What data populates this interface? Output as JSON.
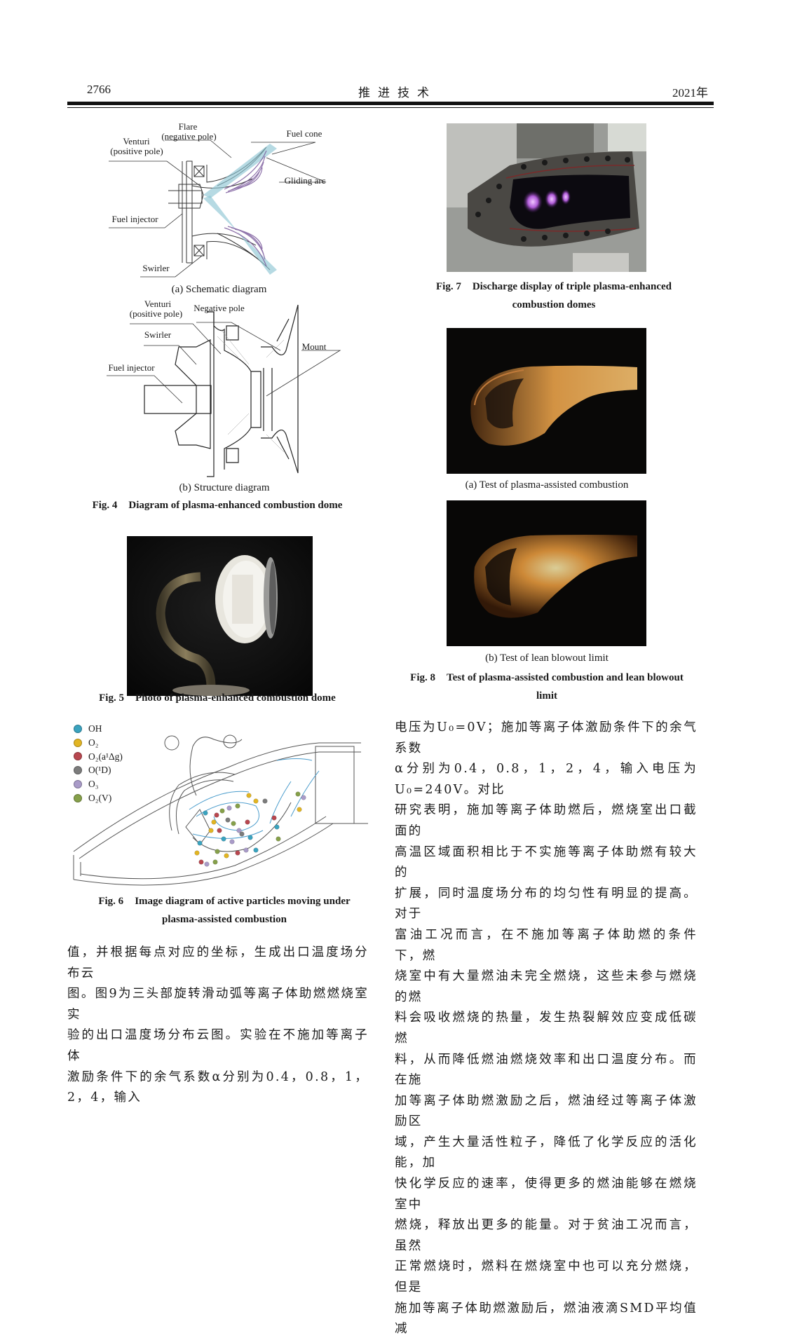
{
  "header": {
    "page_number": "2766",
    "journal": "推进技术",
    "year": "2021年"
  },
  "fig4": {
    "a": {
      "labels": {
        "flare": "Flare",
        "flare_note": "(negative pole)",
        "venturi": "Venturi",
        "venturi_note": "(positive pole)",
        "fuel_cone": "Fuel cone",
        "gliding_arc": "Gliding arc",
        "fuel_injector": "Fuel injector",
        "swirler": "Swirler"
      },
      "subcaption": "(a) Schematic diagram"
    },
    "b": {
      "labels": {
        "venturi": "Venturi",
        "venturi_note": "(positive pole)",
        "negative_pole": "Negative pole",
        "swirler": "Swirler",
        "mount": "Mount",
        "fuel_injector": "Fuel injector"
      },
      "subcaption": "(b) Structure diagram"
    },
    "caption_num": "Fig. 4",
    "caption": "Diagram of plasma-enhanced combustion dome"
  },
  "fig5": {
    "caption_num": "Fig. 5",
    "caption": "Photo of plasma-enhanced combustion dome"
  },
  "fig6": {
    "legend": [
      {
        "label": "OH",
        "color": "#3aa3bf"
      },
      {
        "label": "O₂",
        "color": "#e2b523"
      },
      {
        "label": "O₂(a¹Δg)",
        "color": "#b8474f"
      },
      {
        "label": "O(¹D)",
        "color": "#7c7c7c"
      },
      {
        "label": "O₃",
        "color": "#a99bc8"
      },
      {
        "label": "O₂(V)",
        "color": "#86a04a"
      }
    ],
    "caption_num": "Fig. 6",
    "caption_line1": "Image diagram of active particles moving under",
    "caption_line2": "plasma-assisted combustion"
  },
  "fig7": {
    "caption_num": "Fig. 7",
    "caption_line1": "Discharge display of triple plasma-enhanced",
    "caption_line2": "combustion domes"
  },
  "fig8": {
    "a_subcaption": "(a) Test of plasma-assisted combustion",
    "b_subcaption": "(b) Test of lean blowout limit",
    "caption_num": "Fig. 8",
    "caption_line1": "Test of plasma-assisted combustion and lean blowout",
    "caption_line2": "limit"
  },
  "left_text": [
    "值，并根据每点对应的坐标，生成出口温度场分布云",
    "图。图9为三头部旋转滑动弧等离子体助燃燃烧室实",
    "验的出口温度场分布云图。实验在不施加等离子体",
    "激励条件下的余气系数α分别为0.4，0.8，1，2，4，输入"
  ],
  "right_text": [
    "电压为U₀=0V；施加等离子体激励条件下的余气系数",
    "α分别为0.4，0.8，1，2，4，输入电压为U₀=240V。对比",
    "研究表明，施加等离子体助燃后，燃烧室出口截面的",
    "高温区域面积相比于不实施等离子体助燃有较大的",
    "扩展，同时温度场分布的均匀性有明显的提高。对于",
    "富油工况而言，在不施加等离子体助燃的条件下，燃",
    "烧室中有大量燃油未完全燃烧，这些未参与燃烧的燃",
    "料会吸收燃烧的热量，发生热裂解效应变成低碳燃",
    "料，从而降低燃油燃烧效率和出口温度分布。而在施",
    "加等离子体助燃激励之后，燃油经过等离子体激励区",
    "域，产生大量活性粒子，降低了化学反应的活化能，加",
    "快化学反应的速率，使得更多的燃油能够在燃烧室中",
    "燃烧，释放出更多的能量。对于贫油工况而言，虽然",
    "正常燃烧时，燃料在燃烧室中也可以充分燃烧，但是",
    "施加等离子体助燃激励后，燃油液滴SMD平均值减"
  ]
}
